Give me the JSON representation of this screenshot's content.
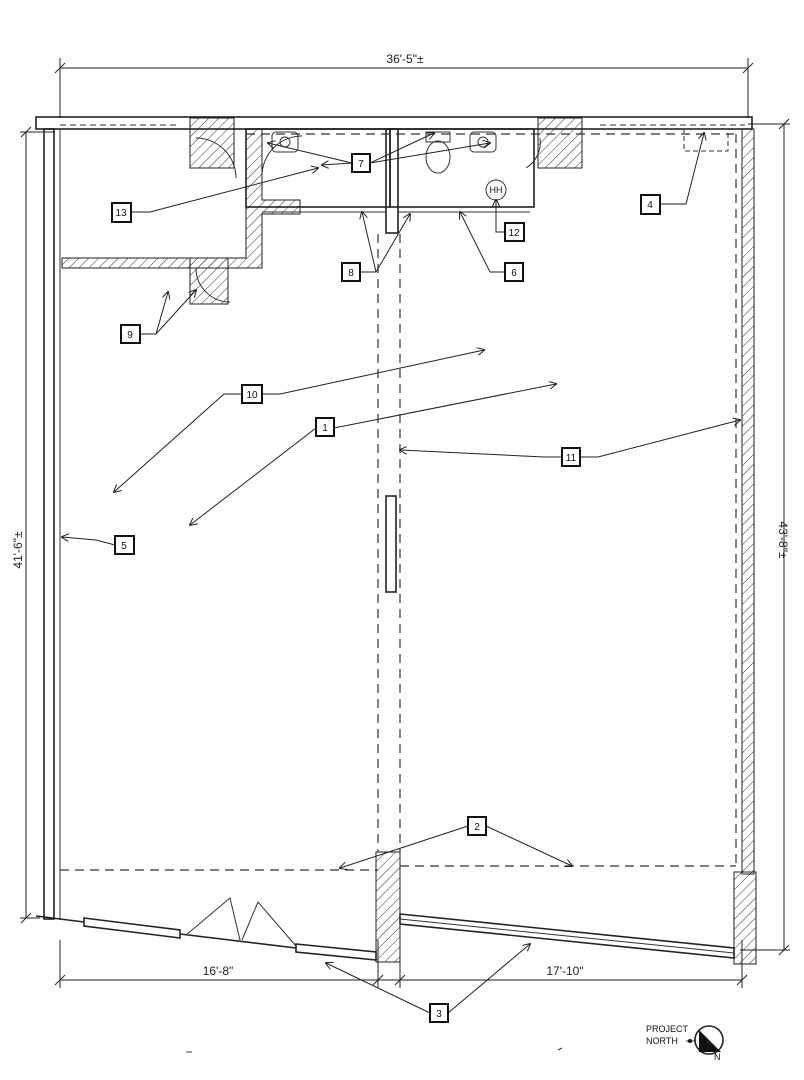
{
  "dimensions": {
    "overall_width": "36'-5\"±",
    "left_height": "41'-6\"±",
    "right_height": "43'-8\"±",
    "bottom_left": "16'-8\"",
    "bottom_right": "17'-10\""
  },
  "tags": [
    "1",
    "2",
    "3",
    "4",
    "5",
    "6",
    "7",
    "8",
    "9",
    "10",
    "11",
    "12",
    "13"
  ],
  "fixture_label": "HH",
  "north": {
    "line1": "PROJECT",
    "line2": "NORTH",
    "letter": "N"
  }
}
